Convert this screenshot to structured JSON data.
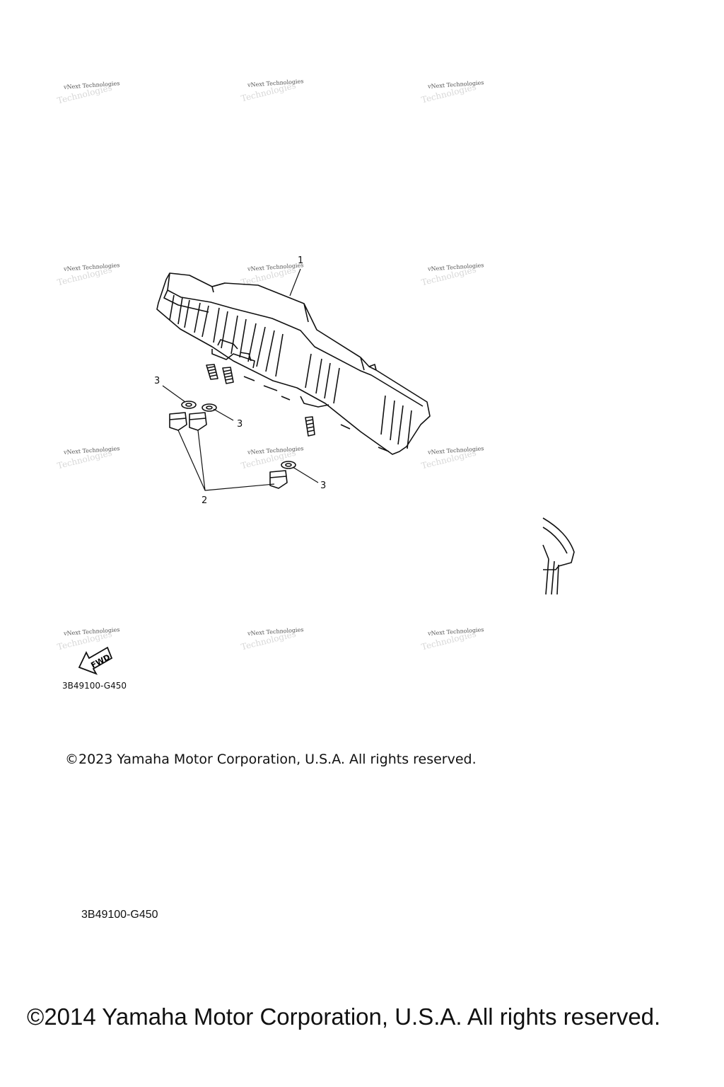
{
  "watermark": {
    "line1": "vNext Technologies",
    "line2": "Technologies"
  },
  "callouts": {
    "c1": "1",
    "c2": "2",
    "c3a": "3",
    "c3b": "3",
    "c3c": "3"
  },
  "fwd_label": "FWD",
  "diagram_code_small": "3B49100-G450",
  "copyright_small": "©2023 Yamaha Motor Corporation, U.S.A. All rights reserved.",
  "diagram_code_large": "3B49100-G450",
  "copyright_large": "©2014 Yamaha Motor Corporation, U.S.A. All rights reserved."
}
